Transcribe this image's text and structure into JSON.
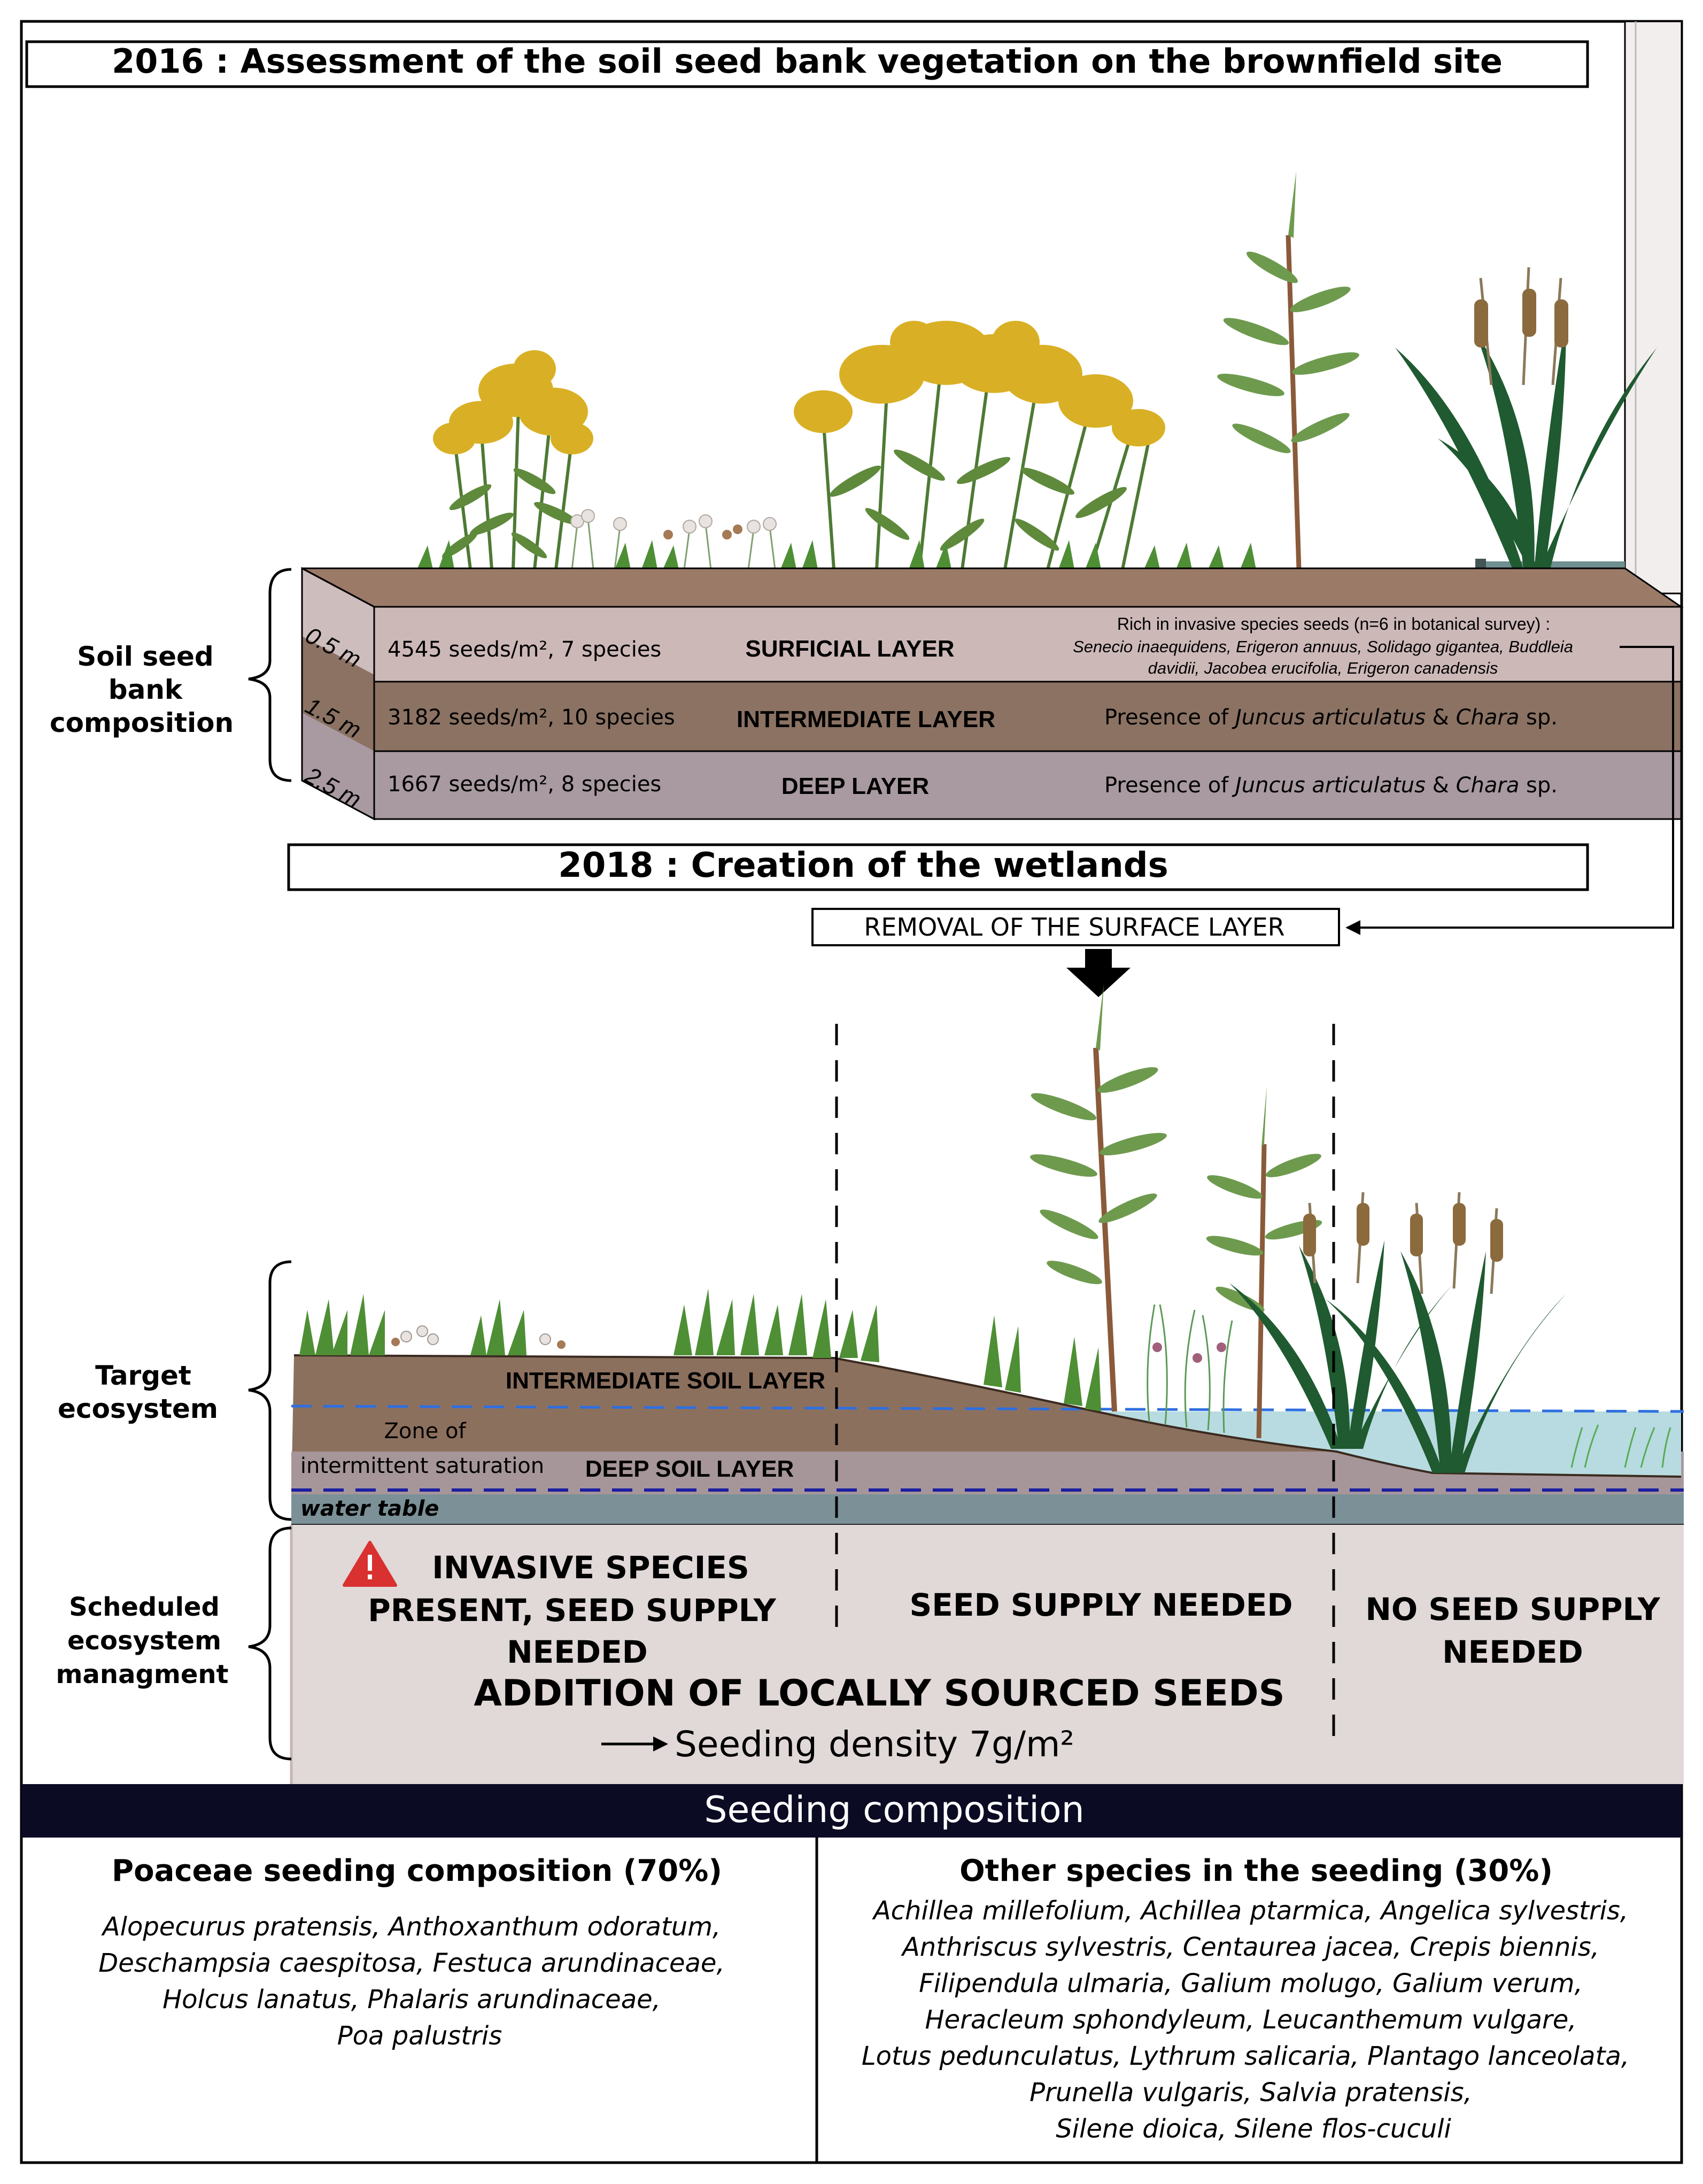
{
  "section_2016": {
    "title": "2016 : Assessment of the soil seed bank vegetation on the brownfield site"
  },
  "seed_bank": {
    "side_label": [
      "Soil seed",
      "bank",
      "composition"
    ],
    "layers": [
      {
        "depth": "0.5 m",
        "stats": "4545 seeds/m², 7 species",
        "name": "SURFICIAL LAYER",
        "note_title": "Rich in invasive species seeds  (n=6 in botanical survey) :",
        "note_lines": [
          "Senecio inaequidens, Erigeron annuus, Solidago gigantea, Buddleia",
          "davidii, Jacobea erucifolia, Erigeron canadensis"
        ]
      },
      {
        "depth": "1.5 m",
        "stats": "3182 seeds/m², 10 species",
        "name": "INTERMEDIATE LAYER",
        "note_prefix": "Presence of ",
        "note_sp1": "Juncus articulatus",
        "note_mid": " & ",
        "note_sp2": "Chara",
        "note_suffix": " sp."
      },
      {
        "depth": "2.5 m",
        "stats": "1667 seeds/m², 8 species",
        "name": "DEEP LAYER",
        "note_prefix": "Presence of ",
        "note_sp1": "Juncus articulatus",
        "note_mid": " & ",
        "note_sp2": "Chara",
        "note_suffix": " sp."
      }
    ]
  },
  "section_2018": {
    "title": "2018 : Creation of the wetlands",
    "removal": "REMOVAL OF THE SURFACE LAYER"
  },
  "target": {
    "side_label": [
      "Target",
      "ecosystem"
    ],
    "intermediate": "INTERMEDIATE SOIL LAYER",
    "zone": [
      "Zone of",
      "intermittent saturation"
    ],
    "deep": "DEEP SOIL LAYER",
    "water_table": "water table"
  },
  "management": {
    "side_label": [
      "Scheduled",
      "ecosystem",
      "managment"
    ],
    "zone1": [
      "INVASIVE SPECIES",
      "PRESENT,  SEED SUPPLY",
      "NEEDED"
    ],
    "zone2": "SEED SUPPLY NEEDED",
    "zone3": [
      "NO SEED SUPPLY",
      "NEEDED"
    ],
    "addition": "ADDITION OF LOCALLY SOURCED SEEDS",
    "density": "Seeding density 7g/m²"
  },
  "seeding": {
    "header": "Seeding composition",
    "poaceae_title": "Poaceae seeding composition (70%)",
    "poaceae_lines": [
      "Alopecurus pratensis, Anthoxanthum odoratum,",
      "Deschampsia caespitosa, Festuca arundinaceae,",
      "Holcus lanatus, Phalaris arundinaceae,",
      "Poa palustris"
    ],
    "other_title": "Other species in the seeding (30%)",
    "other_lines": [
      "Achillea millefolium, Achillea ptarmica, Angelica sylvestris,",
      "Anthriscus sylvestris,  Centaurea jacea, Crepis biennis,",
      "Filipendula ulmaria, Galium molugo,  Galium verum,",
      "Heracleum sphondyleum, Leucanthemum vulgare,",
      "Lotus pedunculatus,  Lythrum salicaria, Plantago lanceolata,",
      "Prunella vulgaris, Salvia pratensis,",
      "Silene dioica, Silene flos-cuculi"
    ]
  },
  "colors": {
    "surficial": "#cdb8b8",
    "intermediate": "#8b7263",
    "deep": "#a89aa0",
    "soil_brown": "#8c705e",
    "water": "#b7dbe0",
    "water_table": "#7b9097",
    "management_bg": "#e1d8d8",
    "header_bg": "#0b0b24",
    "goldenrod": "#d9b025",
    "warning": "#d93030"
  },
  "icons": [
    "warning-icon",
    "arrow-down-icon",
    "arrow-right-icon"
  ]
}
